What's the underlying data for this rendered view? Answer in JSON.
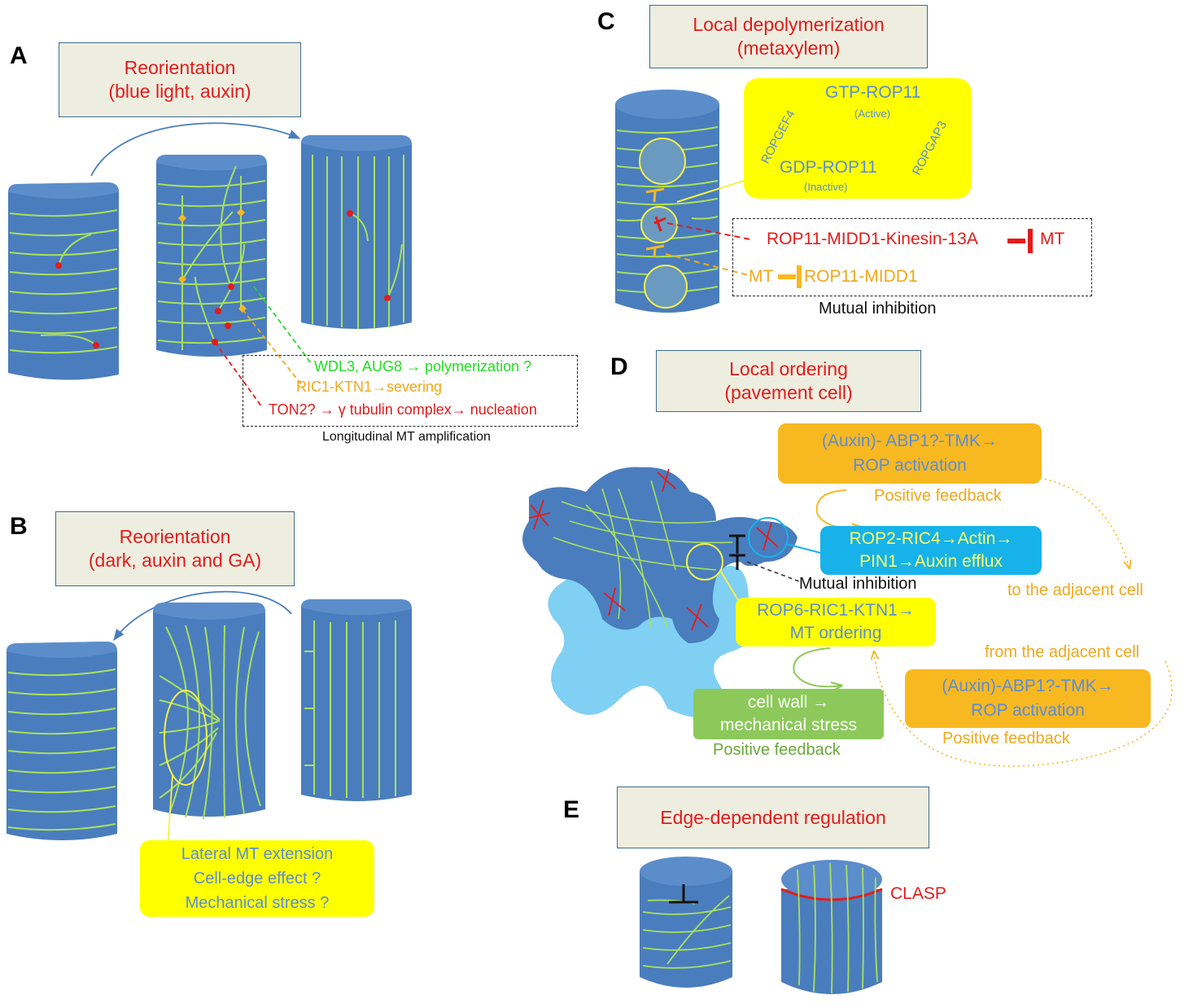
{
  "colors": {
    "cell": "#4a7dbd",
    "cell_top": "#5b8dcb",
    "mt": "#a8e05e",
    "title_text": "#e41b1b",
    "title_box": "#eeeee0",
    "yellow": "#ffff00",
    "orange": "#f8b820",
    "cyan": "#17b2ea",
    "green_box": "#8cc95a",
    "light_blue": "#7fd0f2",
    "blue_text": "#5b8dd8",
    "green_text": "#22dd22",
    "orange_text": "#f0a81c",
    "red": "#e41b1b"
  },
  "panelA": {
    "letter": "A",
    "title_line1": "Reorientation",
    "title_line2": "(blue light, auxin)",
    "line_polymerization": "WDL3, AUG8 → polymerization ?",
    "line_severing": "RIC1-KTN1→severing",
    "line_nucleation": "TON2? → γ tubulin complex→ nucleation",
    "caption": "Longitudinal MT amplification"
  },
  "panelB": {
    "letter": "B",
    "title_line1": "Reorientation",
    "title_line2": "(dark, auxin and GA)",
    "box_line1": "Lateral MT extension",
    "box_line2": "Cell-edge effect ?",
    "box_line3": "Mechanical stress ?"
  },
  "panelC": {
    "letter": "C",
    "title_line1": "Local depolymerization",
    "title_line2": "(metaxylem)",
    "gtp": "GTP-ROP11",
    "active": "(Active)",
    "gdp": "GDP-ROP11",
    "inactive": "(Inactive)",
    "gef": "ROPGEF4",
    "gap": "ROPGAP3",
    "line_kinesin": "ROP11-MIDD1-Kinesin-13A",
    "mt_target": "MT",
    "mt_source": "MT",
    "midd1": "ROP11-MIDD1",
    "caption": "Mutual inhibition"
  },
  "panelD": {
    "letter": "D",
    "title_line1": "Local ordering",
    "title_line2": "(pavement cell)",
    "tmk_top_line1": "(Auxin)- ABP1?-TMK→",
    "tmk_top_line2": "ROP activation",
    "pos_feedback_top": "Positive feedback",
    "rop2_line1": "ROP2-RIC4→Actin→",
    "rop2_line2": "PIN1→Auxin efflux",
    "mutual": "Mutual inhibition",
    "to_adjacent": "to the adjacent  cell",
    "rop6_line1": "ROP6-RIC1-KTN1→",
    "rop6_line2": "MT ordering",
    "from_adjacent": "from the adjacent  cell",
    "tmk_bottom_line1": "(Auxin)-ABP1?-TMK→",
    "tmk_bottom_line2": "ROP activation",
    "pos_feedback_bottom": "Positive feedback",
    "wall_line1": "cell wall →",
    "wall_line2": "mechanical stress",
    "pos_feedback_green": "Positive feedback"
  },
  "panelE": {
    "letter": "E",
    "title": "Edge-dependent regulation",
    "clasp": "CLASP"
  }
}
